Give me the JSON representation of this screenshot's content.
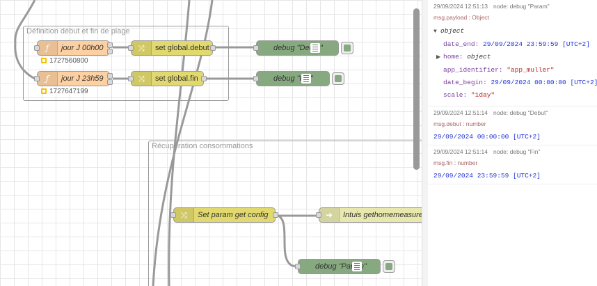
{
  "groups": {
    "definition": "Définition début et fin de plage",
    "recuperation": "Récupération consommations"
  },
  "nodes": {
    "fn_debut": {
      "label": "jour J 00h00",
      "status": "1727560800"
    },
    "fn_fin": {
      "label": "jour J 23h59",
      "status": "1727647199"
    },
    "set_debut": {
      "label": "set global.debut"
    },
    "set_fin": {
      "label": "set global.fin"
    },
    "debug_debut": {
      "label": "debug \"Debut\""
    },
    "debug_fin": {
      "label": "debug \"Fin\""
    },
    "set_param": {
      "label": "Set param get config"
    },
    "http_intuis": {
      "label": "Intuis gethomemeasure"
    },
    "debug_param": {
      "label": "debug \"Param\""
    }
  },
  "icons": {
    "function": "function-icon",
    "change": "shuffle-icon",
    "debug": "list-icon",
    "http": "arrow-icon"
  },
  "colors": {
    "function_node": "#fdd0a2",
    "change_node": "#e2d96e",
    "debug_node": "#87a980",
    "http_node": "#e7e7ae",
    "status_dot": "#f3c300"
  },
  "debug_messages": [
    {
      "timestamp": "29/09/2024 12:51:13",
      "node": "node: debug \"Param\"",
      "topic": "msg.payload : Object",
      "object_label": "object",
      "fields": [
        {
          "key": "date_end:",
          "value": "29/09/2024 23:59:59 [UTC+2]"
        },
        {
          "key": "home:",
          "value": "object"
        },
        {
          "key": "app_identifier:",
          "value": "\"app_muller\""
        },
        {
          "key": "date_begin:",
          "value": "29/09/2024 00:00:00 [UTC+2]"
        },
        {
          "key": "scale:",
          "value": "\"1day\""
        }
      ]
    },
    {
      "timestamp": "29/09/2024 12:51:14",
      "node": "node: debug \"Debut\"",
      "topic": "msg.debut : number",
      "value": "29/09/2024 00:00:00 [UTC+2]"
    },
    {
      "timestamp": "29/09/2024 12:51:14",
      "node": "node: debug \"Fin\"",
      "topic": "msg.fin : number",
      "value": "29/09/2024 23:59:59 [UTC+2]"
    }
  ]
}
